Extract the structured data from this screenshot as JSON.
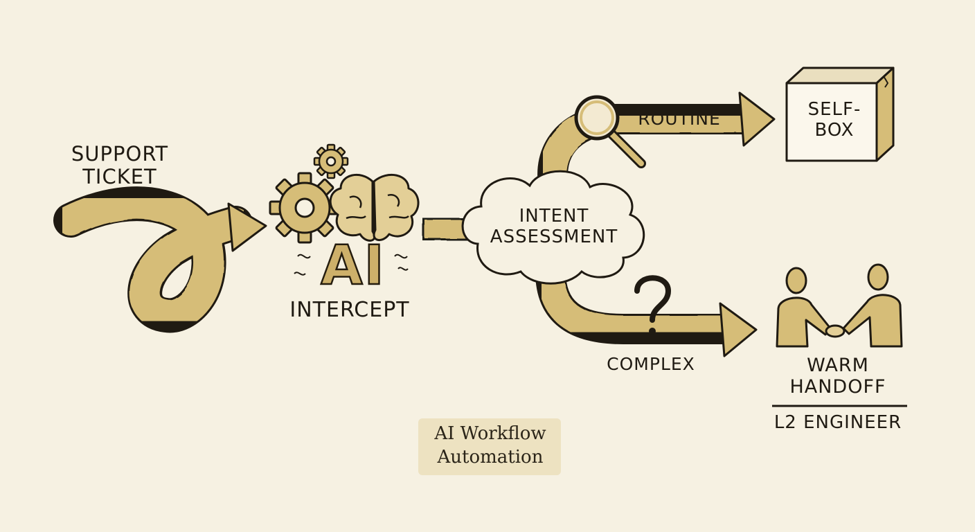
{
  "labels": {
    "support_ticket": [
      "SUPPORT",
      "TICKET"
    ],
    "ai": "AI",
    "intercept": "INTERCEPT",
    "intent_assessment": [
      "INTENT",
      "ASSESSMENT"
    ],
    "routine": "ROUTINE",
    "self_box": [
      "SELF-",
      "BOX"
    ],
    "complex": "COMPLEX",
    "warm_handoff": [
      "WARM",
      "HANDOFF"
    ],
    "l2_engineer": "L2 ENGINEER"
  },
  "caption": [
    "AI Workflow",
    "Automation"
  ],
  "colors": {
    "background": "#f6f1e2",
    "ochre_fill": "#d6bd78",
    "ochre_light": "#e3cf97",
    "ink": "#1f1a12"
  },
  "icons": [
    "gear-icon",
    "brain-icon",
    "magnifier-icon",
    "question-mark-icon",
    "box-icon",
    "handshake-icon"
  ]
}
